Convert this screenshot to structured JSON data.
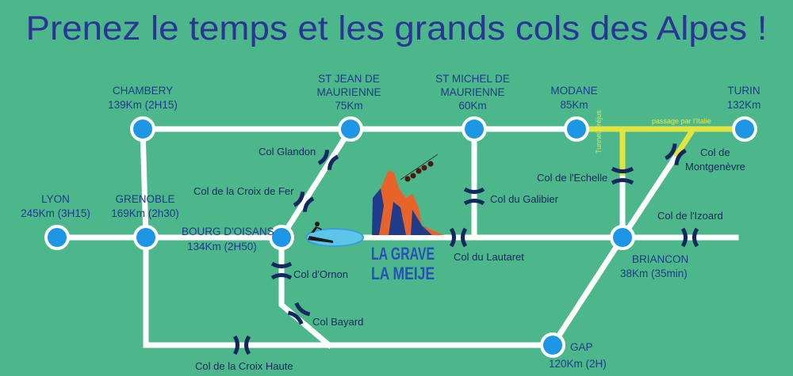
{
  "title": "Prenez le temps et les grands cols des Alpes !",
  "colors": {
    "background": "#4cb78a",
    "title": "#2b3596",
    "node": "#1e96e6",
    "road": "#ffffff",
    "italy_road": "#e4e441",
    "col_symbol": "#13285e"
  },
  "cities": {
    "chambery": {
      "name": "CHAMBERY",
      "dist": "139Km (2H15)"
    },
    "stjean": {
      "name1": "ST JEAN DE",
      "name2": "MAURIENNE",
      "dist": "75Km"
    },
    "stmichel": {
      "name1": "ST MICHEL DE",
      "name2": "MAURIENNE",
      "dist": "60Km"
    },
    "modane": {
      "name": "MODANE",
      "dist": "85Km"
    },
    "turin": {
      "name": "TURIN",
      "dist": "132Km"
    },
    "lyon": {
      "name": "LYON",
      "dist": "245Km (3H15)"
    },
    "grenoble": {
      "name": "GRENOBLE",
      "dist": "169Km (2h30)"
    },
    "bourg": {
      "name": "BOURG D'OISANS",
      "dist": "134Km (2H50)"
    },
    "briancon": {
      "name": "BRIANCON",
      "dist": "38Km (35min)"
    },
    "gap": {
      "name": "GAP",
      "dist": "120Km (2H)"
    }
  },
  "cols": {
    "glandon": "Col Glandon",
    "croixfer": "Col de la Croix de Fer",
    "galibier": "Col du Galibier",
    "lautaret": "Col du Lautaret",
    "ornon": "Col d'Ornon",
    "bayard": "Col Bayard",
    "croixhaute": "Col de la Croix Haute",
    "echelle": "Col de l'Echelle",
    "montgenevre1": "Col de",
    "montgenevre2": "Montgenèvre",
    "izoard": "Col de l'Izoard"
  },
  "italy": {
    "passage": "passage par l'Italie",
    "tunnel": "Tunnel Fréjus"
  },
  "logo": {
    "line1": "LA GRAVE",
    "line2": "LA MEIJE"
  }
}
